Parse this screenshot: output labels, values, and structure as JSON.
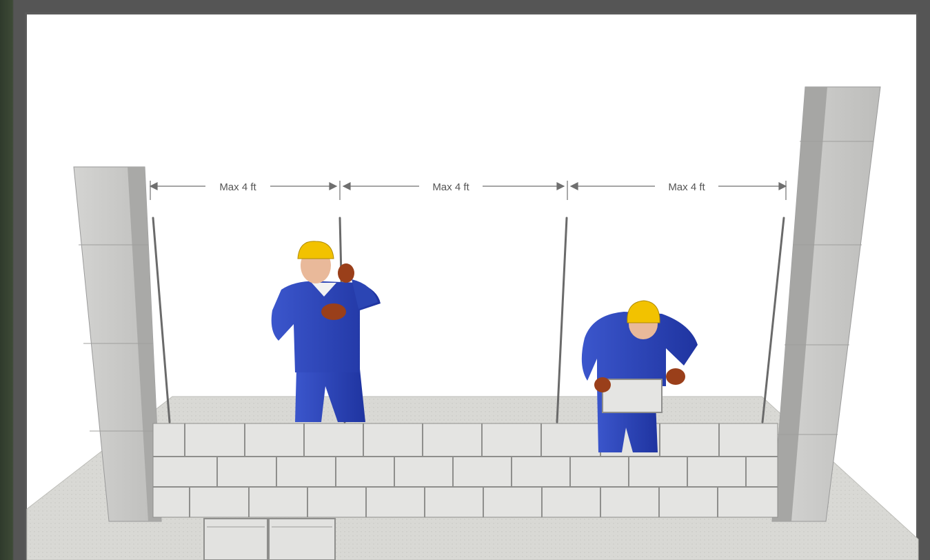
{
  "diagram": {
    "dimensions": [
      {
        "label": "Max 4 ft"
      },
      {
        "label": "Max 4 ft"
      },
      {
        "label": "Max 4 ft"
      }
    ],
    "figures": [
      {
        "name": "worker-installing-rebar"
      },
      {
        "name": "worker-placing-block"
      }
    ],
    "colors": {
      "coverall": "#2a44b8",
      "hardhat": "#f2c200",
      "glove": "#9a3f1a",
      "block": "#e9e9e9",
      "floor": "#d8d8d4",
      "pilaster": "#c9c9c9"
    }
  }
}
